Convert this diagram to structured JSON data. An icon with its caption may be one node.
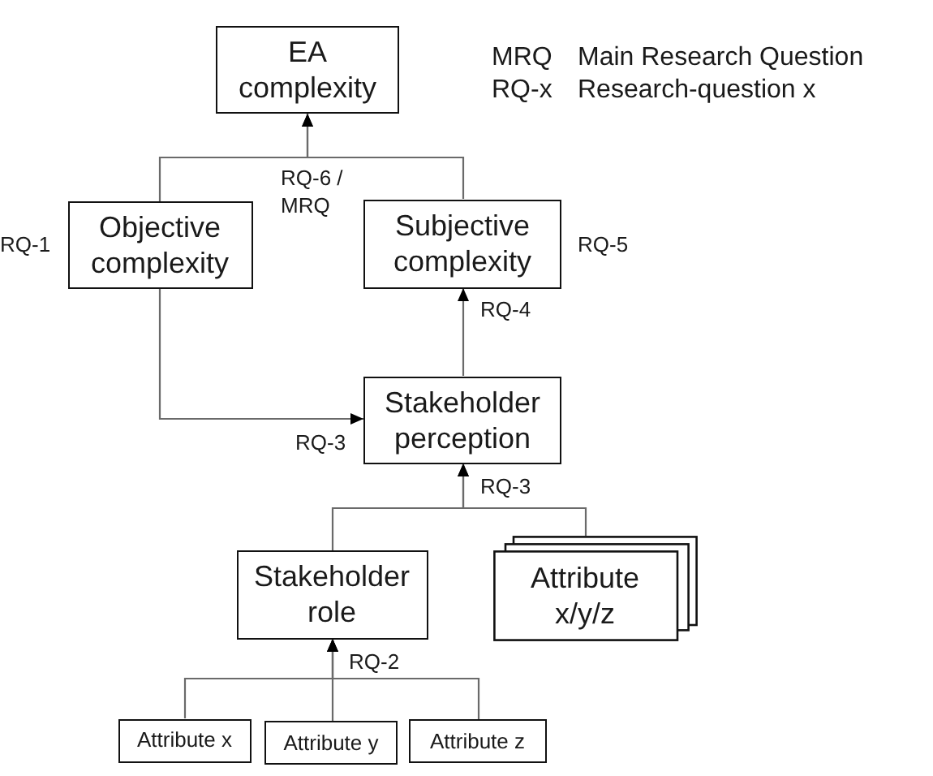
{
  "diagram": {
    "nodes": [
      {
        "text": [
          "EA complexity"
        ]
      },
      {
        "text": [
          "Objective complexity"
        ],
        "beside": [
          "RQ-1"
        ]
      },
      {
        "text": [
          "Subjective complexity"
        ],
        "beside": [
          "RQ-5"
        ]
      },
      {
        "text": [
          "Stakeholder perception"
        ]
      },
      {
        "text": [
          "Stakeholder role"
        ]
      },
      {
        "text": [
          "Attribute x/y/z"
        ]
      },
      {
        "text": [
          "Attribute x"
        ]
      },
      {
        "text": [
          "Attribute y"
        ]
      },
      {
        "text": [
          "Attribute z"
        ]
      }
    ],
    "edges": [
      {
        "from": 1,
        "to": 0,
        "arrow": "to",
        "label": "RQ-6 / MRQ"
      },
      {
        "from": 2,
        "to": 0,
        "arrow": "to"
      },
      {
        "from": 3,
        "to": 2,
        "arrow": "to",
        "label": "RQ-4"
      },
      {
        "from": 1,
        "to": 3,
        "arrow": "to",
        "label": "RQ-3"
      },
      {
        "from": 4,
        "to": 3,
        "arrow": "to",
        "label": "RQ-3"
      },
      {
        "from": 5,
        "to": 3,
        "arrow": "to"
      },
      {
        "from": 6,
        "to": 4,
        "arrow": "to",
        "label": "RQ-2"
      },
      {
        "from": 7,
        "to": 4,
        "arrow": "to"
      },
      {
        "from": 8,
        "to": 4,
        "arrow": "to"
      }
    ],
    "labels": [
      "MRQ",
      "Main Research Question",
      "RQ-x",
      "Research-question x"
    ]
  }
}
